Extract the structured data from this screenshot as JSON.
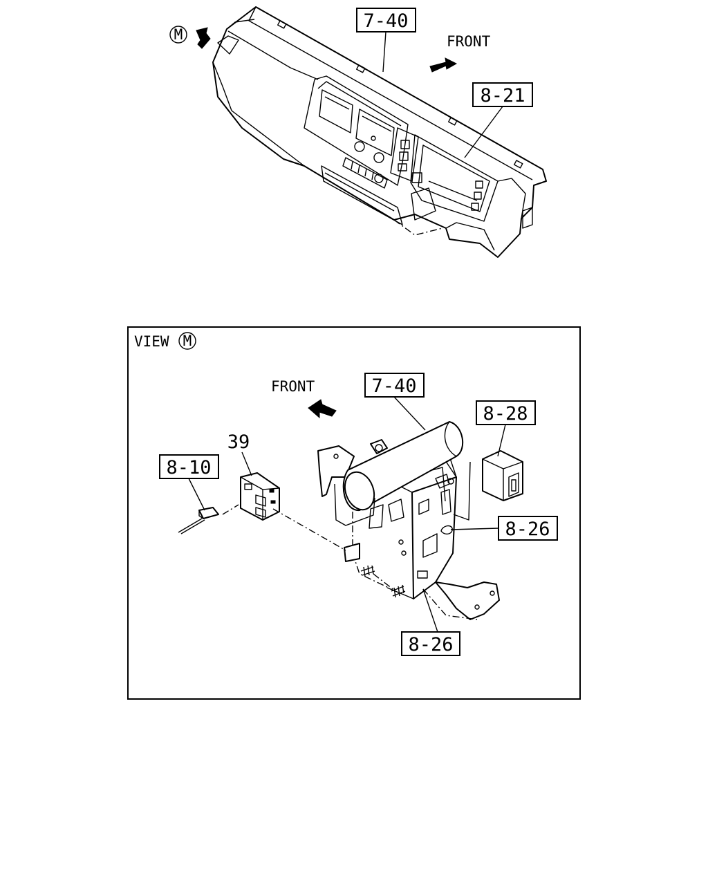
{
  "top_view": {
    "view_marker": "M",
    "front_label": "FRONT",
    "callouts": [
      "7-40",
      "8-21"
    ]
  },
  "detail_view": {
    "title": "VIEW",
    "view_marker": "M",
    "front_label": "FRONT",
    "callouts": [
      "7-40",
      "8-28",
      "39",
      "8-10",
      "8-26",
      "8-26"
    ]
  }
}
